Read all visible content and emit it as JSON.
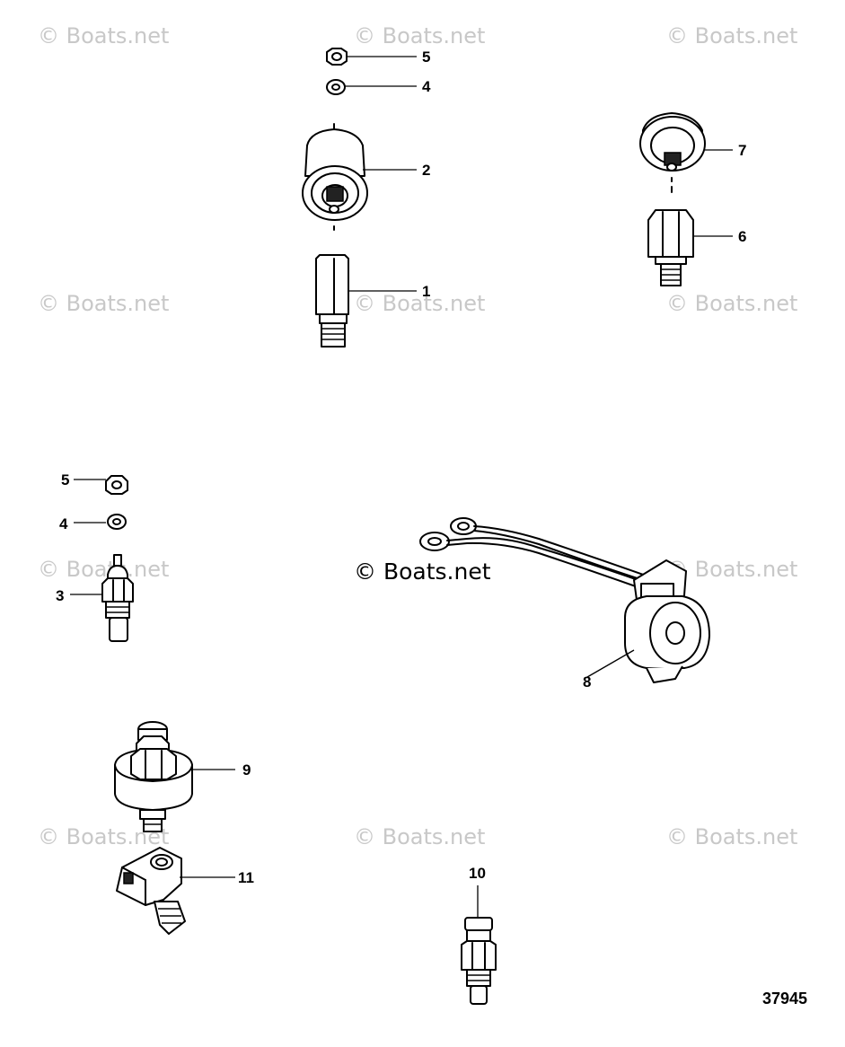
{
  "watermark": {
    "text": "© Boats.net",
    "main_text": "© Boats.net"
  },
  "figure_number": "37945",
  "callouts": [
    {
      "id": "c5a",
      "label": "5"
    },
    {
      "id": "c4a",
      "label": "4"
    },
    {
      "id": "c2",
      "label": "2"
    },
    {
      "id": "c1",
      "label": "1"
    },
    {
      "id": "c7",
      "label": "7"
    },
    {
      "id": "c6",
      "label": "6"
    },
    {
      "id": "c5b",
      "label": "5"
    },
    {
      "id": "c4b",
      "label": "4"
    },
    {
      "id": "c3",
      "label": "3"
    },
    {
      "id": "c8",
      "label": "8"
    },
    {
      "id": "c9",
      "label": "9"
    },
    {
      "id": "c11",
      "label": "11"
    },
    {
      "id": "c10",
      "label": "10"
    }
  ],
  "colors": {
    "line": "#000000",
    "watermark": "#c8c8c8",
    "background": "#ffffff"
  }
}
